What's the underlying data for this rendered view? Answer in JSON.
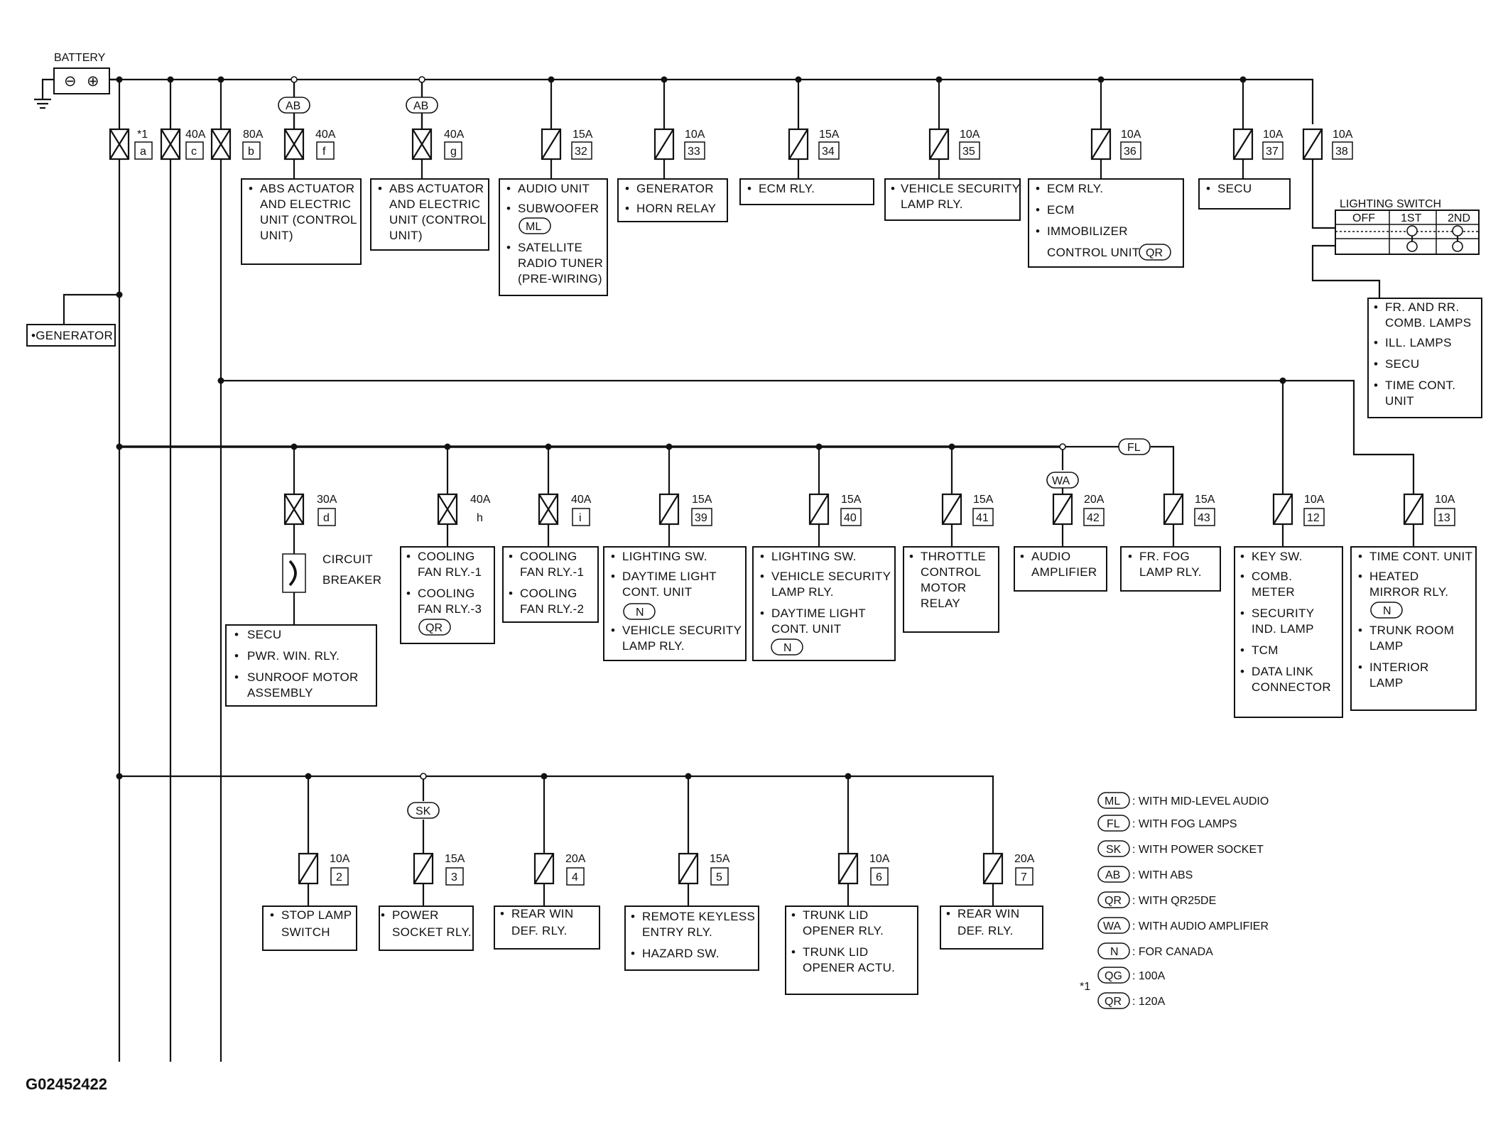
{
  "battery": {
    "label": "BATTERY",
    "minus": "⊖",
    "plus": "⊕"
  },
  "generator_label": "•GENERATOR",
  "top_fuses": [
    {
      "rating": "*1",
      "id": "a",
      "type": "fusible"
    },
    {
      "rating": "40A",
      "id": "c",
      "type": "fusible"
    },
    {
      "rating": "80A",
      "id": "b",
      "type": "fusible"
    },
    {
      "rating": "40A",
      "id": "f",
      "type": "fusible",
      "option": "AB",
      "loads": [
        "ABS ACTUATOR",
        "AND ELECTRIC",
        "UNIT (CONTROL",
        "UNIT)"
      ]
    },
    {
      "rating": "40A",
      "id": "g",
      "type": "fusible",
      "option": "AB",
      "loads": [
        "ABS ACTUATOR",
        "AND ELECTRIC",
        "UNIT (CONTROL",
        "UNIT)"
      ]
    },
    {
      "rating": "15A",
      "id": "32",
      "type": "fuse",
      "loads": [
        "AUDIO UNIT",
        "SUBWOOFER",
        "ML",
        "SATELLITE",
        "RADIO TUNER",
        "(PRE-WIRING)"
      ]
    },
    {
      "rating": "10A",
      "id": "33",
      "type": "fuse",
      "loads": [
        "GENERATOR",
        "HORN RELAY"
      ]
    },
    {
      "rating": "15A",
      "id": "34",
      "type": "fuse",
      "loads": [
        "ECM RLY."
      ]
    },
    {
      "rating": "10A",
      "id": "35",
      "type": "fuse",
      "loads": [
        "VEHICLE SECURITY",
        "LAMP RLY."
      ]
    },
    {
      "rating": "10A",
      "id": "36",
      "type": "fuse",
      "loads": [
        "ECM RLY.",
        "ECM",
        "IMMOBILIZER",
        "CONTROL UNIT",
        "QR"
      ]
    },
    {
      "rating": "10A",
      "id": "37",
      "type": "fuse",
      "loads": [
        "SECU"
      ]
    },
    {
      "rating": "10A",
      "id": "38",
      "type": "fuse"
    }
  ],
  "lighting_switch": {
    "title": "LIGHTING SWITCH",
    "positions": [
      "OFF",
      "1ST",
      "2ND"
    ],
    "loads": [
      "FR. AND RR.",
      "COMB. LAMPS",
      "ILL. LAMPS",
      "SECU",
      "TIME CONT.",
      "UNIT"
    ]
  },
  "middle_fuses": [
    {
      "rating": "30A",
      "id": "d",
      "type": "fusible",
      "breaker": [
        "CIRCUIT",
        "BREAKER"
      ],
      "loads": [
        "SECU",
        "PWR. WIN. RLY.",
        "SUNROOF MOTOR",
        "ASSEMBLY"
      ]
    },
    {
      "rating": "40A",
      "id": "h",
      "type": "fusible",
      "loads": [
        "COOLING",
        "FAN RLY.-1",
        "COOLING",
        "FAN RLY.-3",
        "QR"
      ]
    },
    {
      "rating": "40A",
      "id": "i",
      "type": "fusible",
      "loads": [
        "COOLING",
        "FAN RLY.-1",
        "COOLING",
        "FAN RLY.-2"
      ]
    },
    {
      "rating": "15A",
      "id": "39",
      "type": "fuse",
      "loads": [
        "LIGHTING SW.",
        "DAYTIME LIGHT",
        "CONT. UNIT",
        "N",
        "VEHICLE SECURITY",
        "LAMP RLY."
      ]
    },
    {
      "rating": "15A",
      "id": "40",
      "type": "fuse",
      "loads": [
        "LIGHTING SW.",
        "VEHICLE SECURITY",
        "LAMP RLY.",
        "DAYTIME LIGHT",
        "CONT. UNIT",
        "N"
      ]
    },
    {
      "rating": "15A",
      "id": "41",
      "type": "fuse",
      "loads": [
        "THROTTLE",
        "CONTROL",
        "MOTOR",
        "RELAY"
      ]
    },
    {
      "rating": "20A",
      "id": "42",
      "type": "fuse",
      "option": "WA",
      "loads": [
        "AUDIO",
        "AMPLIFIER"
      ]
    },
    {
      "rating": "15A",
      "id": "43",
      "type": "fuse",
      "option": "FL",
      "loads": [
        "FR. FOG",
        "LAMP RLY."
      ]
    },
    {
      "rating": "10A",
      "id": "12",
      "type": "fuse",
      "loads": [
        "KEY SW.",
        "COMB.",
        "METER",
        "SECURITY",
        "IND. LAMP",
        "TCM",
        "DATA LINK",
        "CONNECTOR"
      ]
    },
    {
      "rating": "10A",
      "id": "13",
      "type": "fuse",
      "loads": [
        "TIME CONT. UNIT",
        "HEATED",
        "MIRROR RLY.",
        "N",
        "TRUNK ROOM",
        "LAMP",
        "INTERIOR",
        "LAMP"
      ]
    }
  ],
  "bottom_fuses": [
    {
      "rating": "10A",
      "id": "2",
      "type": "fuse",
      "loads": [
        "STOP LAMP",
        "SWITCH"
      ]
    },
    {
      "rating": "15A",
      "id": "3",
      "type": "fuse",
      "option": "SK",
      "loads": [
        "POWER",
        "SOCKET RLY."
      ]
    },
    {
      "rating": "20A",
      "id": "4",
      "type": "fuse",
      "loads": [
        "REAR WIN",
        "DEF. RLY."
      ]
    },
    {
      "rating": "15A",
      "id": "5",
      "type": "fuse",
      "loads": [
        "REMOTE KEYLESS",
        "ENTRY RLY.",
        "HAZARD SW."
      ]
    },
    {
      "rating": "10A",
      "id": "6",
      "type": "fuse",
      "loads": [
        "TRUNK LID",
        "OPENER RLY.",
        "TRUNK LID",
        "OPENER ACTU."
      ]
    },
    {
      "rating": "20A",
      "id": "7",
      "type": "fuse",
      "loads": [
        "REAR WIN",
        "DEF. RLY."
      ]
    }
  ],
  "legend": [
    {
      "code": "ML",
      "text": ": WITH MID-LEVEL AUDIO"
    },
    {
      "code": "FL",
      "text": ": WITH FOG LAMPS"
    },
    {
      "code": "SK",
      "text": ": WITH POWER SOCKET"
    },
    {
      "code": "AB",
      "text": ": WITH ABS"
    },
    {
      "code": "QR",
      "text": ": WITH QR25DE"
    },
    {
      "code": "WA",
      "text": ": WITH AUDIO AMPLIFIER"
    },
    {
      "code": "N",
      "text": ": FOR CANADA"
    },
    {
      "code": "QG",
      "text": ": 100A"
    },
    {
      "code": "QR",
      "text": ": 120A"
    }
  ],
  "legend_note_marker": "*1",
  "figure_id": "G02452422"
}
